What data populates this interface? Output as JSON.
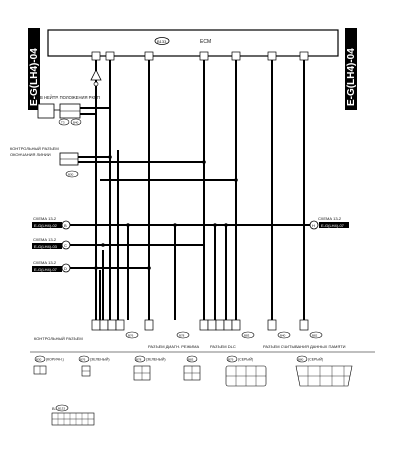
{
  "page": {
    "side_label_left": "E-G(LH4)-04",
    "side_label_right": "E-G(LH4)-04"
  },
  "ecm": {
    "ref": "B133",
    "label": "ECM"
  },
  "labels": {
    "neutral_switch": "Д/В НЕЙТР. ПОЛОЖЕНИЯ РКПП",
    "neutral_pins": [
      "T3",
      "B40"
    ],
    "end_of_line": [
      "КОНТРОЛЬНЫЙ РАЗЪЕМ",
      "ОКОНЧАНИЯ ЛИНИИ"
    ],
    "end_of_line_ref": "B30",
    "schemes": [
      {
        "title": "СХЕМА 13-2",
        "code": "E-G(LH4)-02",
        "mark": "B"
      },
      {
        "title": "СХЕМА 13-2",
        "code": "E-G(LH4)-03",
        "mark": "C"
      },
      {
        "title": "СХЕМА 13-2",
        "code": "E-G(LH4)-07",
        "mark": "D"
      },
      {
        "title": "СХЕМА 13-2",
        "code": "E-G(LH4)-07",
        "mark": "H"
      }
    ],
    "bottom": {
      "check_conn": "КОНТРОЛЬНЫЙ РАЗЪЕМ",
      "diag_mode": "РАЗЪЕМ ДИАГН. РЕЖИМА",
      "dlc": "РАЗЪЕМ DLC",
      "memory": "РАЗЪЕМ СЧИТЫВАНИЯ ДАННЫХ ПАМЯТИ"
    },
    "bottom_refs": [
      "B76",
      "B78",
      "B83",
      "B40",
      "B82"
    ]
  },
  "connectors": [
    {
      "ref": "B30",
      "color": "(КОРИЧН.)"
    },
    {
      "ref": "B76",
      "color": "(ЗЕЛЕНЫЙ)"
    },
    {
      "ref": "B78",
      "color": "(ЗЕЛЕНЫЙ)"
    },
    {
      "ref": "B83",
      "color": ""
    },
    {
      "ref": "B79",
      "color": "(СЕРЫЙ)"
    },
    {
      "ref": "B80",
      "color": "(СЕРЫЙ)"
    }
  ],
  "ecm_connector": {
    "ref": "B133"
  }
}
